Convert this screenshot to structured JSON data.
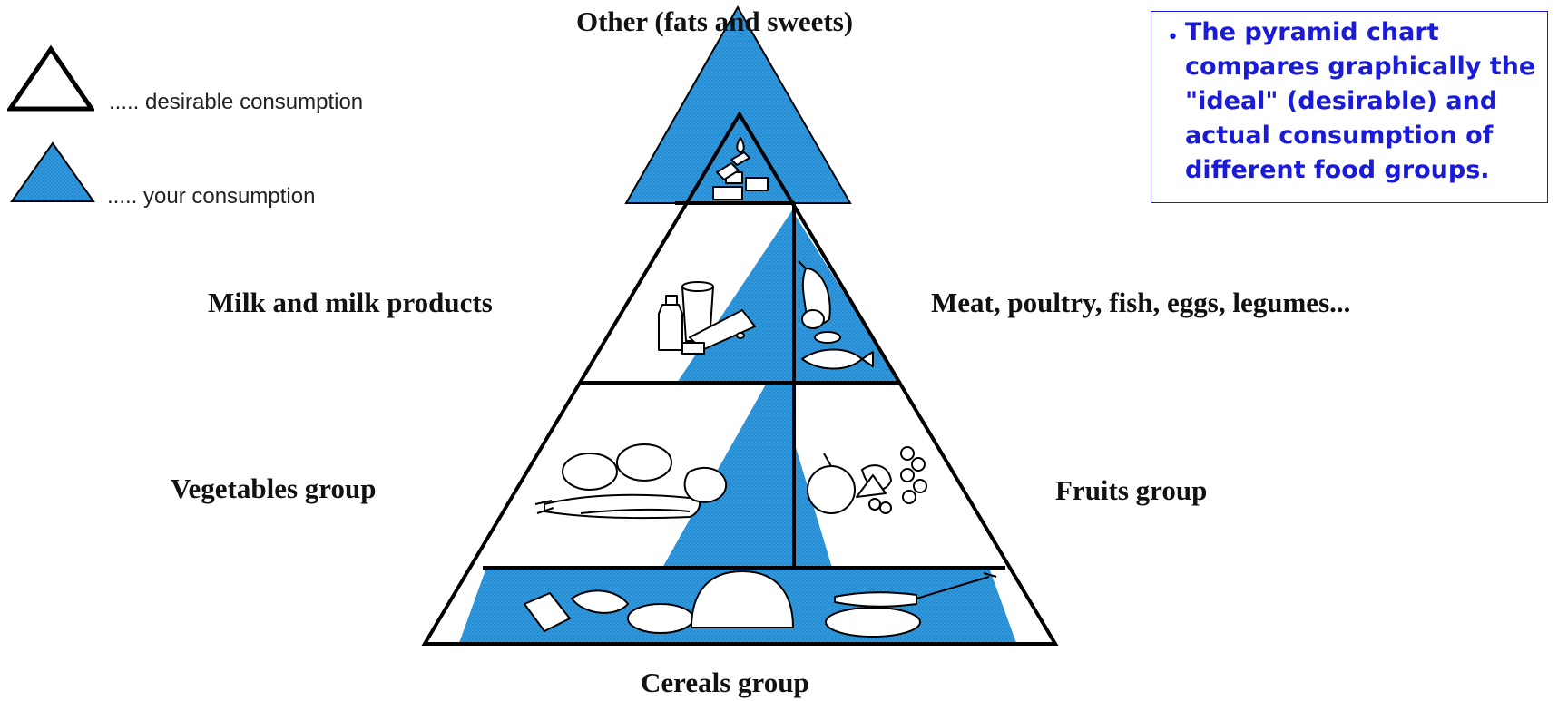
{
  "legend": {
    "desirable_label": "..... desirable consumption",
    "your_label": "..... your consumption"
  },
  "groups": {
    "top": "Other (fats and sweets)",
    "milk": "Milk and milk products",
    "meat": "Meat, poultry, fish, eggs, legumes...",
    "vegetables": "Vegetables group",
    "fruits": "Fruits group",
    "cereals": "Cereals group"
  },
  "note": {
    "text": "The pyramid chart compares graphically the \"ideal\" (desirable) and actual consumption of different food groups."
  },
  "colors": {
    "consumption_fill": "#2f9ae0",
    "outline": "#000000",
    "note_text": "#1a1ad9"
  }
}
